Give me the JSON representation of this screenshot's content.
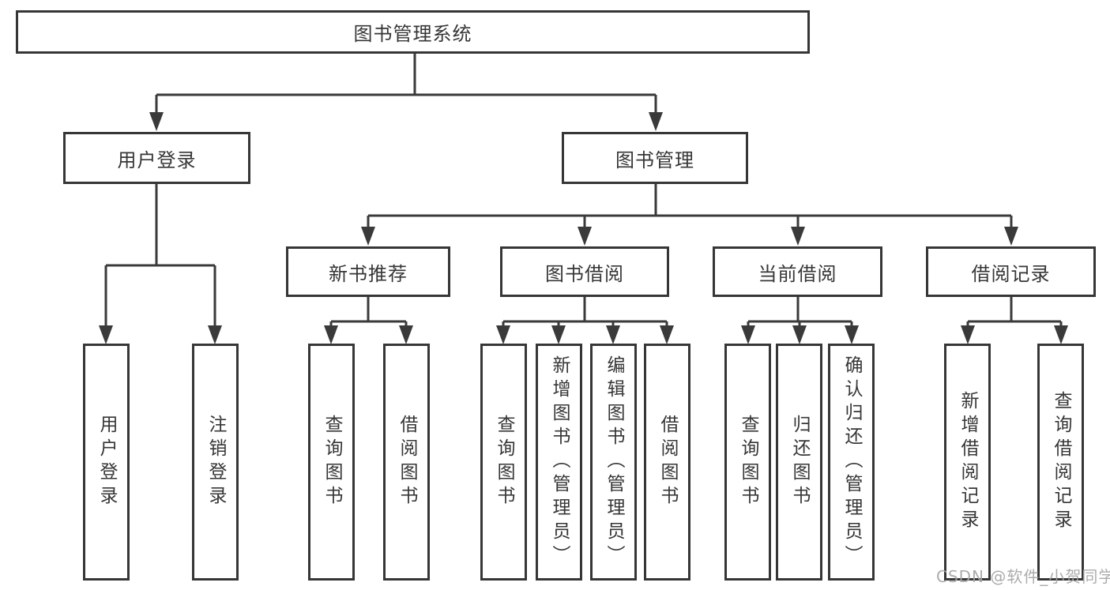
{
  "tree": {
    "root": "图书管理系统",
    "children": [
      {
        "label": "用户登录",
        "children": [
          "用户登录",
          "注销登录"
        ]
      },
      {
        "label": "图书管理",
        "children": [
          {
            "label": "新书推荐",
            "children": [
              "查询图书",
              "借阅图书"
            ]
          },
          {
            "label": "图书借阅",
            "children": [
              "查询图书",
              "新增图书（管理员）",
              "编辑图书（管理员）",
              "借阅图书"
            ]
          },
          {
            "label": "当前借阅",
            "children": [
              "查询图书",
              "归还图书",
              "确认归还（管理员）"
            ]
          },
          {
            "label": "借阅记录",
            "children": [
              "新增借阅记录",
              "查询借阅记录"
            ]
          }
        ]
      }
    ]
  },
  "watermark": "CSDN @软件_小贺同学",
  "colors": {
    "box_border": "#363636",
    "connector": "#3a3a3a",
    "text": "#363636",
    "watermark": "#a5a5a5",
    "background": "#ffffff"
  }
}
